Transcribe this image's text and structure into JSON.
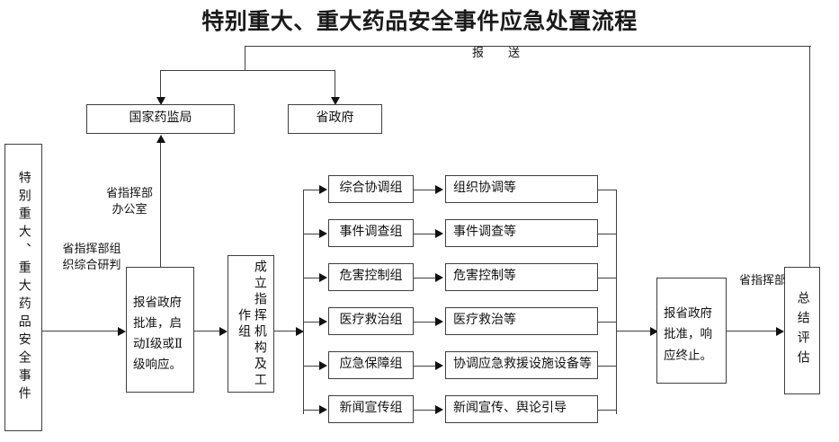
{
  "title": "特别重大、重大药品安全事件应急处置流程",
  "source_box": {
    "label": "特别重大、重大药品安全事件"
  },
  "report_label": "报　送",
  "top_boxes": [
    {
      "label": "国家药监局"
    },
    {
      "label": "省政府"
    }
  ],
  "edge_labels": {
    "provincial_office": "省指挥部\n办公室",
    "comprehensive_study": "省指挥部组\n织综合研判",
    "provincial_hq": "省指挥部"
  },
  "approve_start_box": {
    "label": "报省政府批准，启动Ⅰ级或Ⅱ级响应。"
  },
  "establish_box": {
    "label": "成立指挥机构及工作组"
  },
  "work_groups": [
    {
      "group": "综合协调组",
      "duty": "组织协调等"
    },
    {
      "group": "事件调查组",
      "duty": "事件调查等"
    },
    {
      "group": "危害控制组",
      "duty": "危害控制等"
    },
    {
      "group": "医疗救治组",
      "duty": "医疗救治等"
    },
    {
      "group": "应急保障组",
      "duty": "协调应急救援设施设备等"
    },
    {
      "group": "新闻宣传组",
      "duty": "新闻宣传、舆论引导"
    }
  ],
  "terminate_box": {
    "label": "报省政府批准，响应终止。"
  },
  "summary_box": {
    "label": "总结评估"
  },
  "colors": {
    "line": "#3f3f3f",
    "text": "#111111",
    "background": "#ffffff"
  }
}
